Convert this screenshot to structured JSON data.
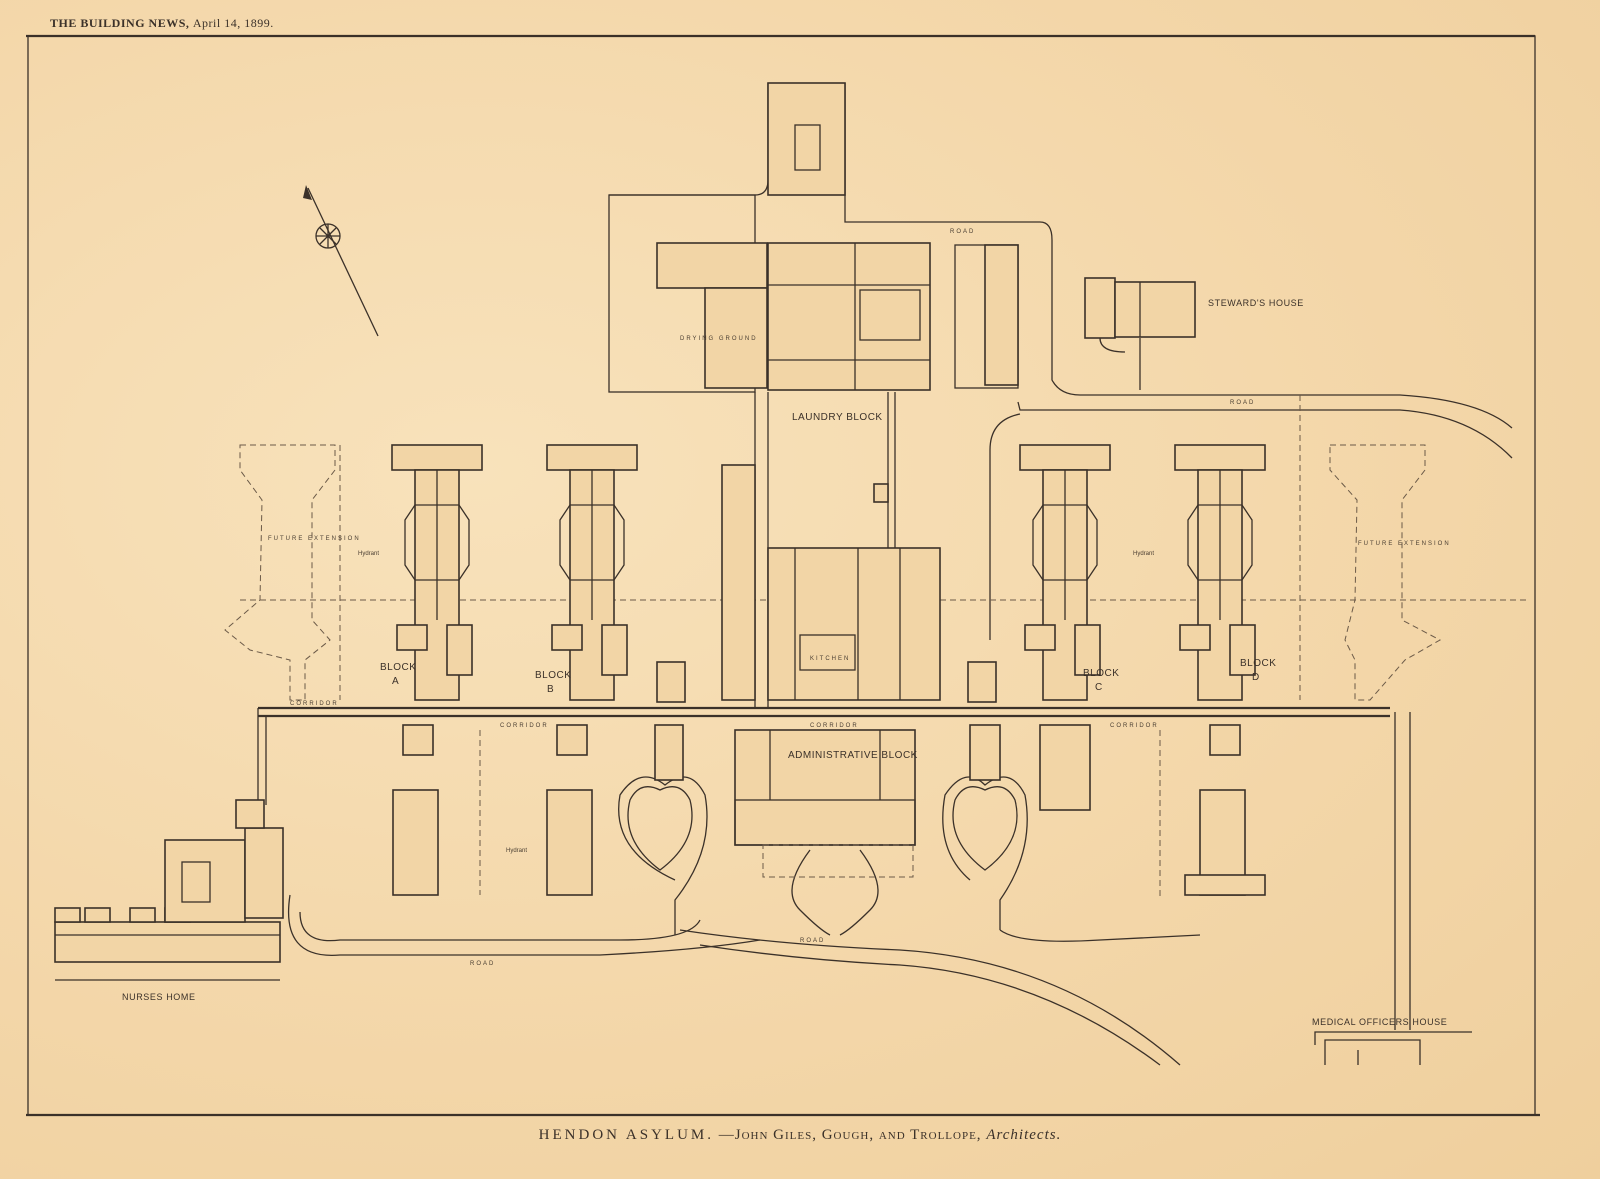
{
  "header": {
    "publication": "THE BUILDING NEWS,",
    "date": "April 14, 1899."
  },
  "caption": {
    "title": "HENDON ASYLUM.",
    "architects": "—John Giles, Gough, and Trollope,",
    "role": "Architects."
  },
  "plan": {
    "labels": {
      "laundry_block": "LAUNDRY BLOCK",
      "stewards_house": "STEWARD'S HOUSE",
      "block_a": "BLOCK A",
      "block_b": "BLOCK B",
      "block_c": "BLOCK C",
      "block_d": "BLOCK D",
      "administrative_block": "ADMINISTRATIVE BLOCK",
      "nurses_home": "NURSES HOME",
      "medical_officers_house": "MEDICAL OFFICERS HOUSE",
      "future_extension": "FUTURE EXTENSION",
      "road": "ROAD",
      "corridor": "CORRIDOR",
      "drying_ground": "DRYING GROUND",
      "kitchen": "KITCHEN",
      "hydrant": "Hydrant"
    },
    "compass": "north-arrow-icon",
    "colors": {
      "paper": "#f5dcb2",
      "ink": "#3b3129"
    }
  }
}
